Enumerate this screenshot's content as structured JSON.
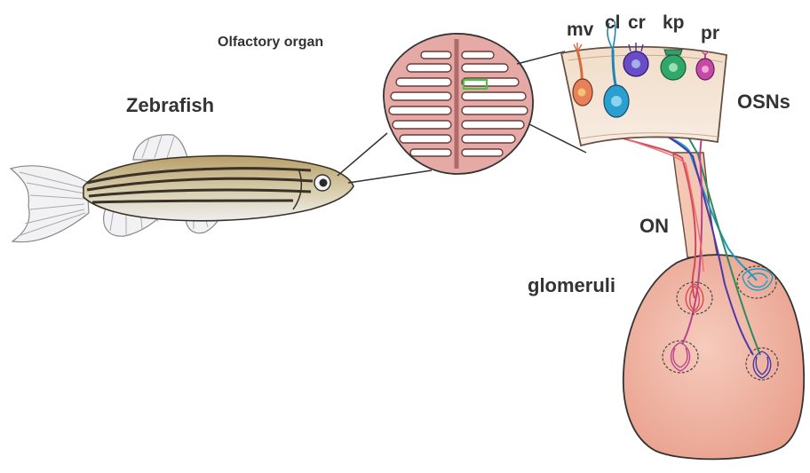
{
  "labels": {
    "fish": "Zebrafish",
    "organ": "Olfactory organ",
    "osns": "OSNs",
    "nerve": "ON",
    "glomeruli": "glomeruli"
  },
  "cell_types": [
    {
      "label": "mv",
      "color": "#e8805a"
    },
    {
      "label": "cl",
      "color": "#2a9fd0"
    },
    {
      "label": "cr",
      "color": "#6a4cc8"
    },
    {
      "label": "kp",
      "color": "#2fa86a"
    },
    {
      "label": "pr",
      "color": "#c54aa8"
    }
  ],
  "colors": {
    "organ_fill": "#e6aaa6",
    "organ_lamella": "#ffffff",
    "tissue_fill": "#f4e6d8",
    "bulb_fill": "#f0b4a2",
    "fish_body": "#c9b78a",
    "fish_stripe": "#3a3228",
    "fish_belly": "#e8e8ea",
    "highlight": "#3ec83e"
  }
}
